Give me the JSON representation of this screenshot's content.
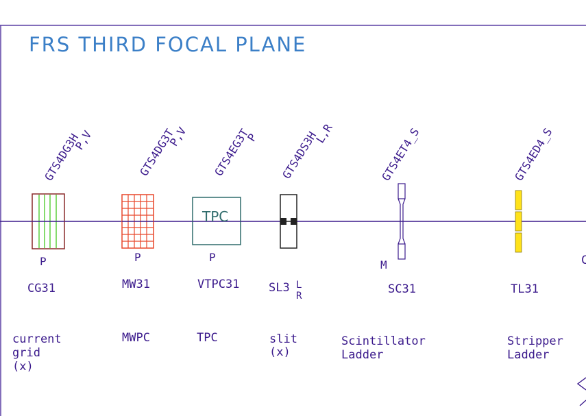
{
  "title": "FRS THIRD FOCAL PLANE",
  "colors": {
    "frame": "#5a3fa3",
    "beamline": "#3b1a8c",
    "text": "#3b1a8c",
    "title": "#3b7fc7",
    "grid_line": "#5ccf3c",
    "grid_box": "#8a2a2a",
    "mwpc": "#e8472a",
    "tpc_box": "#2f6b6b",
    "slit": "#222222",
    "ladder": "#ffe21a"
  },
  "devices": [
    {
      "signal": "GTS4DG3H",
      "flags": "P,V",
      "mode": "P",
      "name": "CG31",
      "description": "current\ngrid\n(x)",
      "icon": "current-grid-icon"
    },
    {
      "signal": "GTS4DG3T",
      "flags": "P,V",
      "mode": "P",
      "name": "MW31",
      "description": "MWPC",
      "icon": "mwpc-icon"
    },
    {
      "signal": "GTS4EG3T",
      "flags": "P",
      "mode": "P",
      "name": "VTPC31",
      "description": "TPC",
      "icon": "tpc-icon",
      "box_label": "TPC"
    },
    {
      "signal": "GTS4DS3H",
      "flags": "L,R",
      "mode": "",
      "name": "SL3",
      "name_sub_top": "L",
      "name_sub_bottom": "R",
      "description": "slit\n(x)",
      "icon": "slit-icon"
    },
    {
      "signal": "GTS4ET4_S",
      "flags": "",
      "mode": "M",
      "name": "SC31",
      "description": "Scintillator\nLadder",
      "icon": "scintillator-ladder-icon"
    },
    {
      "signal": "GTS4ED4_S",
      "flags": "",
      "mode": "",
      "name": "TL31",
      "description": "Stripper\nLadder",
      "icon": "stripper-ladder-icon"
    }
  ],
  "edge_fragment": "C"
}
